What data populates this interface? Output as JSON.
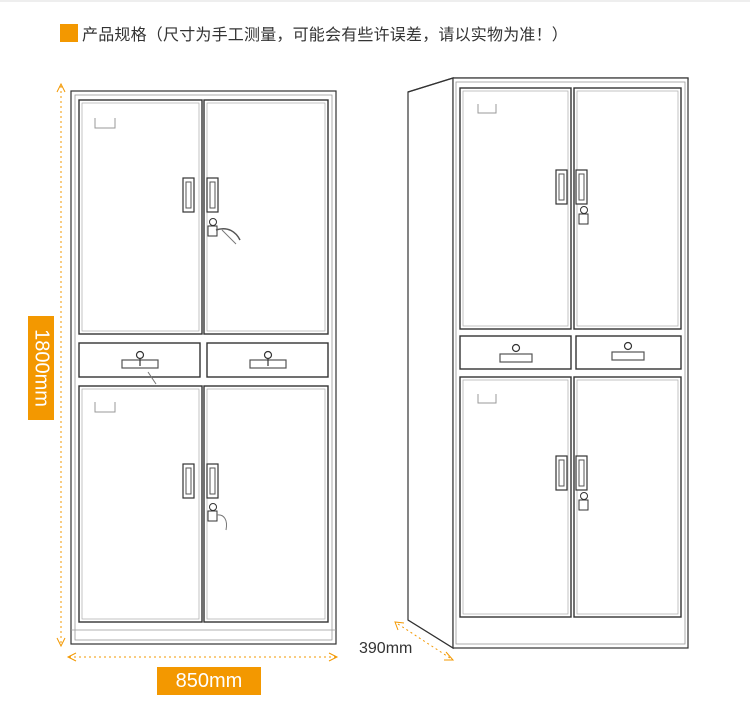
{
  "header": {
    "title": "产品规格（尺寸为手工测量，可能会有些许误差，请以实物为准！）",
    "accent_color": "#f39800"
  },
  "dimensions": {
    "height_label": "1800mm",
    "width_label": "850mm",
    "depth_label": "390mm"
  },
  "illustration": {
    "front_view_icon": "filing-cabinet-front-icon",
    "perspective_view_icon": "filing-cabinet-perspective-icon",
    "line_color": "#333333",
    "dimension_color": "#f39800"
  }
}
